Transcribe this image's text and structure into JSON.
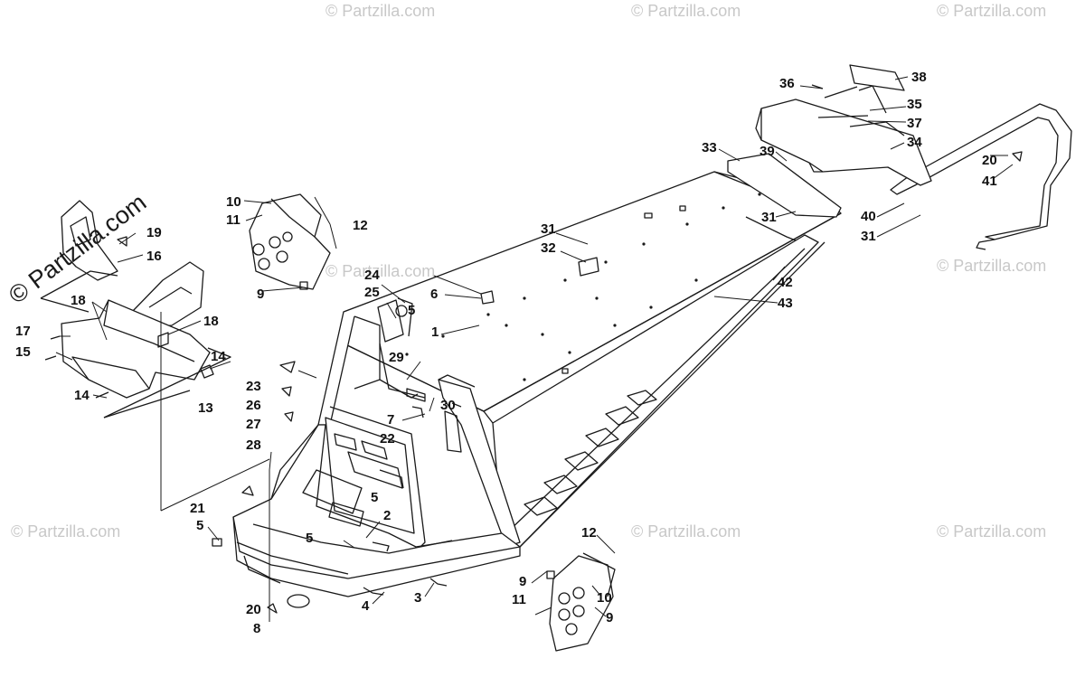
{
  "diagram": {
    "brand": "© Partzilla.com",
    "watermark_text": "© Partzilla.com",
    "callouts": [
      "1",
      "2",
      "3",
      "4",
      "5",
      "6",
      "7",
      "8",
      "9",
      "10",
      "11",
      "12",
      "13",
      "14",
      "15",
      "16",
      "17",
      "18",
      "19",
      "20",
      "21",
      "22",
      "23",
      "24",
      "25",
      "26",
      "27",
      "28",
      "29",
      "30",
      "31",
      "32",
      "33",
      "34",
      "35",
      "36",
      "37",
      "38",
      "39",
      "40",
      "41",
      "42",
      "43"
    ]
  }
}
